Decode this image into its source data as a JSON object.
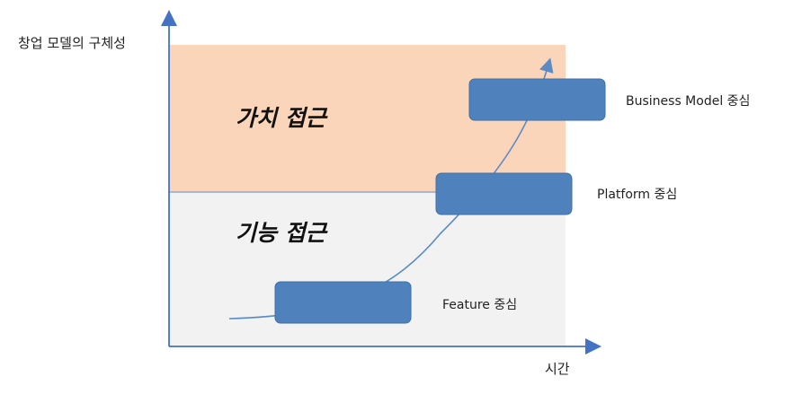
{
  "axes": {
    "y_label": "창업 모델의 구체성",
    "x_label": "시간"
  },
  "regions": {
    "value": {
      "title": "가치 접근",
      "color": "#FAD5BA"
    },
    "function": {
      "title": "기능 접근",
      "color": "#F2F2F2"
    }
  },
  "stages": [
    {
      "label": "Feature 중심"
    },
    {
      "label": "Platform 중심"
    },
    {
      "label": "Business Model 중심"
    }
  ],
  "colors": {
    "box": "#4F81BD",
    "curve": "#5B8BC4",
    "axis": "#4472C4",
    "divider": "#8EA9DB"
  }
}
